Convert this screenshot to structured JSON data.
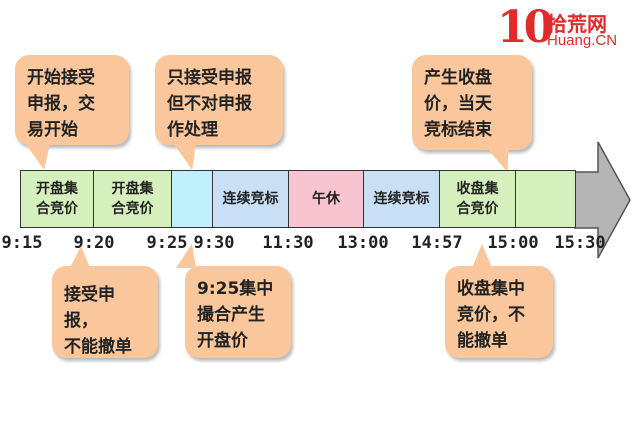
{
  "logo": {
    "number": "10",
    "name_cn": "拾荒网",
    "name_en": "Huang.CN"
  },
  "callouts_top": [
    {
      "lines": [
        "开始接受",
        "申报，交",
        "易开始"
      ]
    },
    {
      "lines": [
        "只接受申报",
        "但不对申报",
        "作处理"
      ]
    },
    {
      "lines": [
        "产生收盘",
        "价，当天",
        "竞标结束"
      ]
    }
  ],
  "callouts_bottom": [
    {
      "lines": [
        "接受申报，",
        "不能撤单"
      ]
    },
    {
      "lines": [
        "9:25集中",
        "撮合产生",
        "开盘价"
      ]
    },
    {
      "lines": [
        "收盘集中",
        "竞价，不",
        "能撤单"
      ]
    }
  ],
  "segments": [
    {
      "lines": [
        "开盘集",
        "合竞价"
      ]
    },
    {
      "lines": [
        "开盘集",
        "合竞价"
      ]
    },
    {
      "lines": []
    },
    {
      "lines": [
        "连续竞标"
      ]
    },
    {
      "lines": [
        "午休"
      ]
    },
    {
      "lines": [
        "连续竞标"
      ]
    },
    {
      "lines": [
        "收盘集",
        "合竞价"
      ]
    },
    {
      "lines": []
    }
  ],
  "ticks": [
    "9:15",
    "9:20",
    "9:25",
    "9:30",
    "11:30",
    "13:00",
    "14:57",
    "15:00",
    "15:30"
  ],
  "colors": {
    "callout_fill": "#f9c79b",
    "segment_green": "#d5f0bd",
    "segment_cyan": "#bff0fb",
    "segment_blue": "#c9dff5",
    "segment_pink": "#f7c4cf",
    "arrow_gray": "#b5b5b5",
    "logo_red": "#e12a2a"
  }
}
